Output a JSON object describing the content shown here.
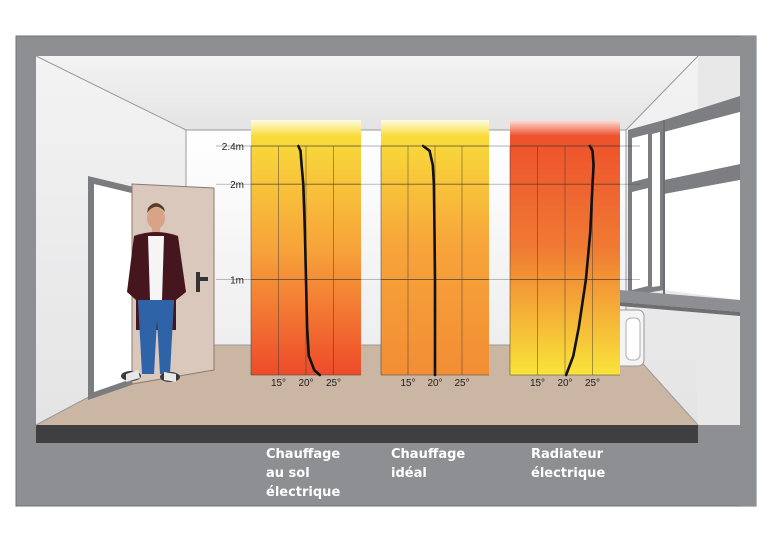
{
  "colors": {
    "frame": "#8e8f92",
    "wall": "#ededee",
    "floor": "#cbb5a3",
    "hot": "#ee4b2b",
    "mid": "#f7a43a",
    "warm": "#f9e43a",
    "curve": "#111111"
  },
  "room": {
    "person": "standing-man",
    "door": "open-door",
    "window": "window",
    "radiator": "electric-radiator"
  },
  "chart_data": [
    {
      "type": "line",
      "title": "Chauffage\nau sol\nélectrique",
      "x_ticks": [
        "15°",
        "20°",
        "25°"
      ],
      "y_ticks": [
        "2.4m",
        "2m",
        "1m"
      ],
      "xlim": [
        10,
        30
      ],
      "ylim": [
        0,
        2.4
      ],
      "gradient": [
        "#f9e43a",
        "#f7a43a",
        "#ee4b2b"
      ],
      "x": [
        18.6,
        19.0,
        19.2,
        19.5,
        19.8,
        20.0,
        20.2,
        20.5,
        21.5,
        22.5
      ],
      "y": [
        2.4,
        2.35,
        2.2,
        2.0,
        1.5,
        1.0,
        0.5,
        0.2,
        0.05,
        0.0
      ]
    },
    {
      "type": "line",
      "title": "Chauffage\nidéal",
      "x_ticks": [
        "15°",
        "20°",
        "25°"
      ],
      "y_ticks": [
        "2.4m",
        "2m",
        "1m"
      ],
      "xlim": [
        10,
        30
      ],
      "ylim": [
        0,
        2.4
      ],
      "gradient": [
        "#f9e43a",
        "#f7a43a",
        "#f28d34"
      ],
      "x": [
        17.8,
        19.0,
        19.6,
        19.8,
        19.9,
        20.0,
        20.0
      ],
      "y": [
        2.4,
        2.35,
        2.2,
        2.0,
        1.5,
        1.0,
        0.0
      ]
    },
    {
      "type": "line",
      "title": "Radiateur\nélectrique",
      "x_ticks": [
        "15°",
        "20°",
        "25°"
      ],
      "y_ticks": [
        "2.4m",
        "2m",
        "1m"
      ],
      "xlim": [
        10,
        30
      ],
      "ylim": [
        0,
        2.4
      ],
      "gradient": [
        "#ee4b2b",
        "#f07a33",
        "#f9e43a"
      ],
      "x": [
        24.5,
        25.0,
        25.2,
        25.0,
        24.6,
        23.8,
        22.5,
        21.5,
        20.2
      ],
      "y": [
        2.4,
        2.35,
        2.2,
        2.0,
        1.5,
        1.0,
        0.5,
        0.2,
        0.0
      ]
    }
  ]
}
